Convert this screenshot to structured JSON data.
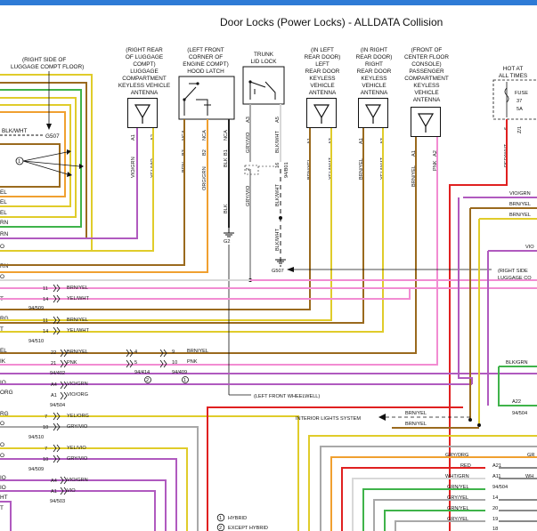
{
  "title": "Door Locks (Power Locks) - ALLDATA Collision",
  "colors": {
    "brn": "#9a6a1e",
    "yel": "#e0cc2a",
    "vio": "#b05abf",
    "pnk": "#f28cd2",
    "gry": "#a8a8a8",
    "org": "#f0a030",
    "red": "#e02020",
    "grn": "#3fb34a",
    "blk": "#222222",
    "wht": "#d8d8d8"
  },
  "components": {
    "right_rear_antenna": {
      "lines": [
        "(RIGHT REAR",
        "OF LUGGAGE",
        "COMPT)",
        "LUGGAGE",
        "COMPARTMENT",
        "KEYLESS VEHICLE",
        "ANTENNA"
      ],
      "pins": [
        "A1",
        "A2"
      ],
      "wires": [
        "VIO/GRN",
        "YEL/VIO"
      ]
    },
    "hood_latch": {
      "lines": [
        "(LEFT FRONT",
        "CORNER OF",
        "ENGINE COMPT)",
        "HOOD LATCH"
      ],
      "pins": [
        "B3",
        "B2",
        "B1"
      ],
      "nca": [
        "NCA",
        "NCA",
        "NCA"
      ],
      "wires": [
        "BRN",
        "ORG/GRN",
        "BLK"
      ]
    },
    "trunk_lock": {
      "lines": [
        "TRUNK",
        "LID LOCK"
      ],
      "pins": [
        "A3",
        "A5"
      ],
      "wires": [
        "GRY/VIO",
        "BLK/WHT"
      ]
    },
    "lr_antenna": {
      "lines": [
        "(IN LEFT",
        "REAR DOOR)",
        "LEFT",
        "REAR DOOR",
        "KEYLESS",
        "VEHICLE",
        "ANTENNA"
      ],
      "pins": [
        "A1",
        "A3"
      ],
      "wires": [
        "BRN/YEL",
        "YEL/WHT"
      ]
    },
    "rr_antenna": {
      "lines": [
        "(IN RIGHT",
        "REAR DOOR)",
        "RIGHT",
        "REAR DOOR",
        "KEYLESS",
        "VEHICLE",
        "ANTENNA"
      ],
      "pins": [
        "A1",
        "A3"
      ],
      "wires": [
        "BRN/YEL",
        "YEL/WHT"
      ]
    },
    "pass_antenna": {
      "lines": [
        "(FRONT OF",
        "CENTER FLOOR",
        "CONSOLE)",
        "PASSENGER",
        "COMPARTMENT",
        "KEYLESS",
        "VEHICLE",
        "ANTENNA"
      ],
      "pins": [
        "A1",
        "A2"
      ],
      "wires": [
        "BRN/YEL",
        "PNK"
      ]
    }
  },
  "fuse": {
    "lines": [
      "HOT AT",
      "ALL TIMES"
    ],
    "label": "FUSE",
    "num": "37",
    "amp": "5A",
    "pin": "6",
    "conn": "Z/1",
    "wire": "RED/WHT"
  },
  "luggage_floor": {
    "lines": [
      "(RIGHT SIDE OF",
      "LUGGAGE COMPT FLOOR)"
    ],
    "wire": "BLK/WHT",
    "ground": "G507",
    "node": "1"
  },
  "grounds": {
    "g2": "G2",
    "g507": "G507",
    "right_side": [
      "(RIGHT SIDE",
      "LUGGAGE CO"
    ]
  },
  "trunk_splice": {
    "pin2": "2",
    "pin16": "16",
    "conn": "94/B01",
    "wire_left": "GRY/VIO",
    "wire_right": "BLK/WHT",
    "wire_low": "BLK/WHT",
    "blk": "BLK"
  },
  "left_edge_labels": [
    "EL",
    "EL",
    "EL",
    "RN",
    "RN",
    "O",
    "RN",
    "O",
    "T",
    "RG",
    "T",
    "EL",
    "IK",
    "IO",
    "ORG",
    "O",
    "RG",
    "O",
    "O",
    "O",
    "IO",
    "IO",
    "HT",
    "T",
    "T"
  ],
  "connectors": [
    {
      "pins": [
        "11",
        "14"
      ],
      "wires": [
        "BRN/YEL",
        "YEL/WHT"
      ],
      "conn": "94/509"
    },
    {
      "pins": [
        "11",
        "14"
      ],
      "wires": [
        "BRN/YEL",
        "YEL/WHT"
      ],
      "conn": "94/510"
    },
    {
      "pins": [
        "22",
        "21"
      ],
      "wires": [
        "BRN/YEL",
        "PNK"
      ],
      "conn": "94/402"
    },
    {
      "pins": [
        "A4",
        "A1"
      ],
      "wires": [
        "VIO/GRN",
        "VIO/ORG"
      ],
      "conn": "94/504"
    },
    {
      "pins": [
        "7",
        "10"
      ],
      "wires": [
        "YEL/ORG",
        "GRY/VIO"
      ],
      "conn": "94/510"
    },
    {
      "pins": [
        "7",
        "10"
      ],
      "wires": [
        "YEL/VIO",
        "GRY/VIO"
      ],
      "conn": "94/509"
    },
    {
      "pins": [
        "A4",
        "A1"
      ],
      "wires": [
        "VIO/GRN",
        "VIO"
      ],
      "conn": "94/503"
    }
  ],
  "mid_conn": {
    "a": {
      "pins": [
        "4",
        "5"
      ],
      "conn": "94/414",
      "note": "2"
    },
    "b": {
      "pins": [
        "9",
        "10"
      ],
      "wires": [
        "BRN/YEL",
        "PNK"
      ],
      "conn": "94/409",
      "note": "1"
    }
  },
  "wheelwell": "(LEFT FRONT WHEELWELL)",
  "interior": {
    "label": "INTERIOR LIGHTS SYSTEM",
    "w1": "BRN/YEL",
    "w2": "BRN/YEL"
  },
  "right_wires": [
    "VIO/GRN",
    "BRN/YEL",
    "BRN/YEL",
    "VIO",
    "BLK/GRN"
  ],
  "right_conn": {
    "pin": "A22",
    "conn": "94/504"
  },
  "lower_right": {
    "wires": [
      "GRY/ORG",
      "RED",
      "WHT/GRN",
      "GRN/YEL",
      "GRY/YEL",
      "GRN/YEL",
      "GRY/YEL"
    ],
    "pins": [
      "A21",
      "A11",
      "94/504",
      "14",
      "20",
      "19",
      "18"
    ],
    "tails": [
      "GR",
      "WH"
    ]
  },
  "notes": [
    {
      "num": "1",
      "text": "HYBRID"
    },
    {
      "num": "2",
      "text": "EXCEPT HYBRID"
    }
  ]
}
